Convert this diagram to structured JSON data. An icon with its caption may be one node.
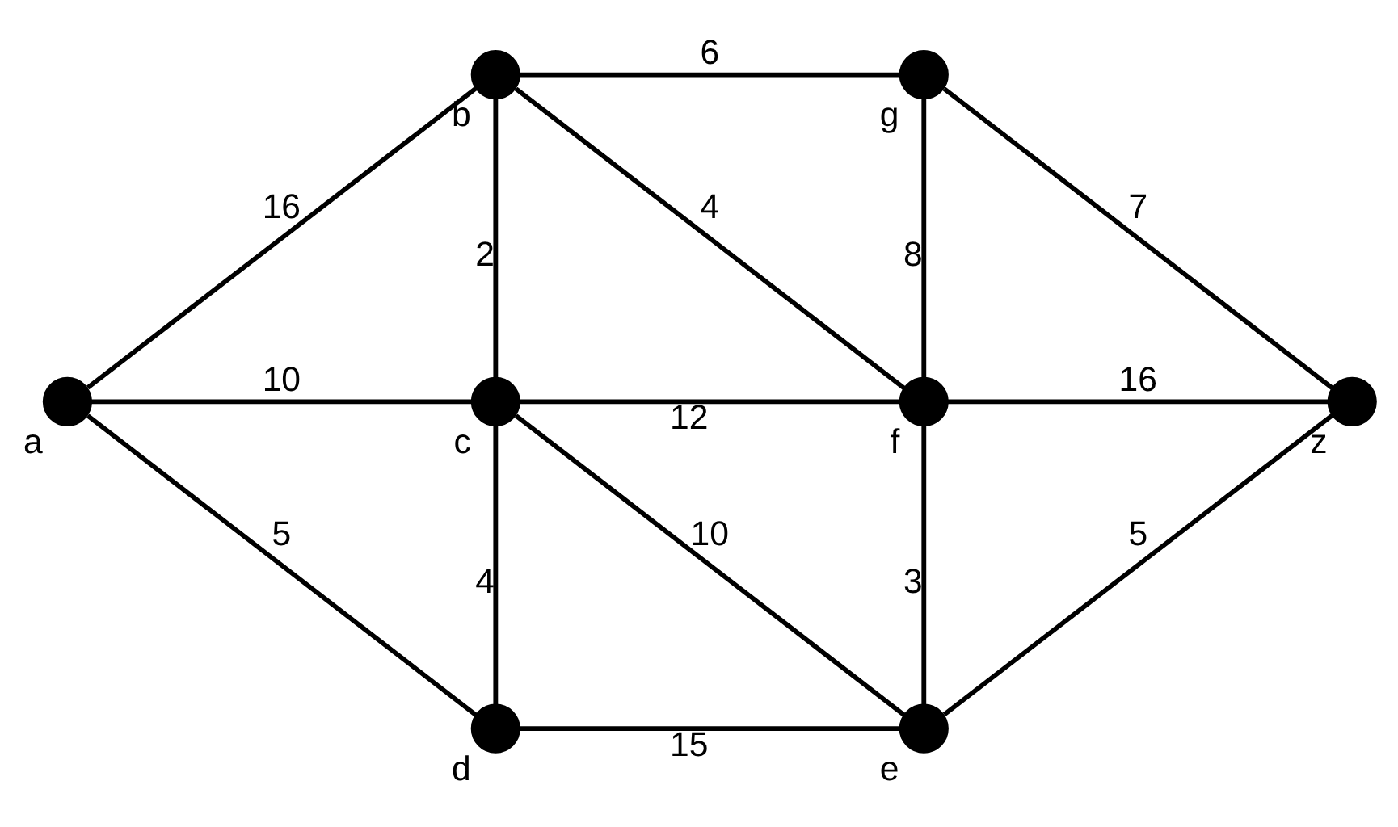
{
  "diagram": {
    "nodes": [
      {
        "text": [],
        "shape": "circle",
        "beside": [
          "a"
        ]
      },
      {
        "text": [],
        "shape": "circle",
        "beside": [
          "b"
        ]
      },
      {
        "text": [],
        "shape": "circle",
        "beside": [
          "c"
        ]
      },
      {
        "text": [],
        "shape": "circle",
        "beside": [
          "d"
        ]
      },
      {
        "text": [],
        "shape": "circle",
        "beside": [
          "g"
        ]
      },
      {
        "text": [],
        "shape": "circle",
        "beside": [
          "f"
        ]
      },
      {
        "text": [],
        "shape": "circle",
        "beside": [
          "e"
        ]
      },
      {
        "text": [],
        "shape": "circle",
        "beside": [
          "z"
        ]
      }
    ],
    "edges": [
      {
        "from": 0,
        "to": 1,
        "arrow": "none",
        "label": "16"
      },
      {
        "from": 0,
        "to": 2,
        "arrow": "none",
        "label": "10"
      },
      {
        "from": 0,
        "to": 3,
        "arrow": "none",
        "label": "5"
      },
      {
        "from": 1,
        "to": 4,
        "arrow": "none",
        "label": "6"
      },
      {
        "from": 1,
        "to": 2,
        "arrow": "none",
        "label": "2"
      },
      {
        "from": 1,
        "to": 5,
        "arrow": "none",
        "label": "4"
      },
      {
        "from": 2,
        "to": 5,
        "arrow": "none",
        "label": "12"
      },
      {
        "from": 2,
        "to": 6,
        "arrow": "none",
        "label": "10"
      },
      {
        "from": 2,
        "to": 3,
        "arrow": "none",
        "label": "4"
      },
      {
        "from": 3,
        "to": 6,
        "arrow": "none",
        "label": "15"
      },
      {
        "from": 4,
        "to": 5,
        "arrow": "none",
        "label": "8"
      },
      {
        "from": 4,
        "to": 7,
        "arrow": "none",
        "label": "7"
      },
      {
        "from": 5,
        "to": 7,
        "arrow": "none",
        "label": "16"
      },
      {
        "from": 5,
        "to": 6,
        "arrow": "none",
        "label": "3"
      },
      {
        "from": 6,
        "to": 7,
        "arrow": "none",
        "label": "5"
      }
    ]
  }
}
